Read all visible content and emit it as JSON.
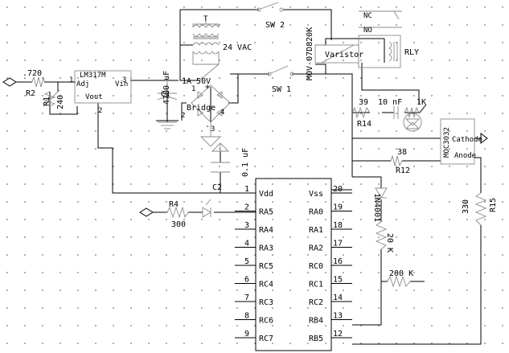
{
  "components": {
    "regulator": {
      "name": "LM317M",
      "adj": "Adj",
      "vin": "Vin",
      "vout": "Vout",
      "pin_vin": "3",
      "pin_adj": "1",
      "pin_vout": "2"
    },
    "r2": {
      "value": ".720",
      "ref": "R2"
    },
    "r1": {
      "value": "240",
      "ref": "R1"
    },
    "c1": {
      "value": "4700 uF",
      "ref": "C1"
    },
    "bridge": {
      "rating": "1A 50V",
      "name": "Bridge",
      "pin1": "1",
      "pin2": "2",
      "pin3": "3",
      "pin4": "4",
      "plus": "+",
      "minus": "-"
    },
    "transformer": {
      "value": "24 VAC",
      "mark": "T"
    },
    "sw1": {
      "ref": "SW 1"
    },
    "sw2": {
      "ref": "SW 2"
    },
    "varistor": {
      "part": "MOV-07D820K",
      "name": "Varistor"
    },
    "relay": {
      "ref": "RLY",
      "nc": "NC",
      "no": "NO"
    },
    "r14": {
      "value": "39",
      "ref": "R14"
    },
    "cap10n": {
      "value": "10 nF"
    },
    "r1k": {
      "value": "1K"
    },
    "opto": {
      "part": "MOC3032",
      "cathode": "Cathode",
      "anode": "Anode"
    },
    "r12": {
      "value": "38",
      "ref": "R12"
    },
    "c2": {
      "value": "0.1 uF",
      "ref": "C2"
    },
    "r4": {
      "value": "300",
      "ref": "R4"
    },
    "diode": {
      "part": "1N4001"
    },
    "r20k": {
      "value": "20 K"
    },
    "r200k": {
      "value": "200 K"
    },
    "r15": {
      "value": "330",
      "ref": "R15"
    }
  },
  "mcu": {
    "left_pins": [
      {
        "num": "1",
        "name": "Vdd"
      },
      {
        "num": "2",
        "name": "RA5"
      },
      {
        "num": "3",
        "name": "RA4"
      },
      {
        "num": "4",
        "name": "RA3"
      },
      {
        "num": "5",
        "name": "RC5"
      },
      {
        "num": "6",
        "name": "RC4"
      },
      {
        "num": "7",
        "name": "RC3"
      },
      {
        "num": "8",
        "name": "RC6"
      },
      {
        "num": "9",
        "name": "RC7"
      }
    ],
    "right_pins": [
      {
        "num": "20",
        "name": "Vss"
      },
      {
        "num": "19",
        "name": "RA0"
      },
      {
        "num": "18",
        "name": "RA1"
      },
      {
        "num": "17",
        "name": "RA2"
      },
      {
        "num": "16",
        "name": "RC0"
      },
      {
        "num": "15",
        "name": "RC1"
      },
      {
        "num": "14",
        "name": "RC2"
      },
      {
        "num": "13",
        "name": "RB4"
      },
      {
        "num": "12",
        "name": "RB5"
      }
    ]
  }
}
